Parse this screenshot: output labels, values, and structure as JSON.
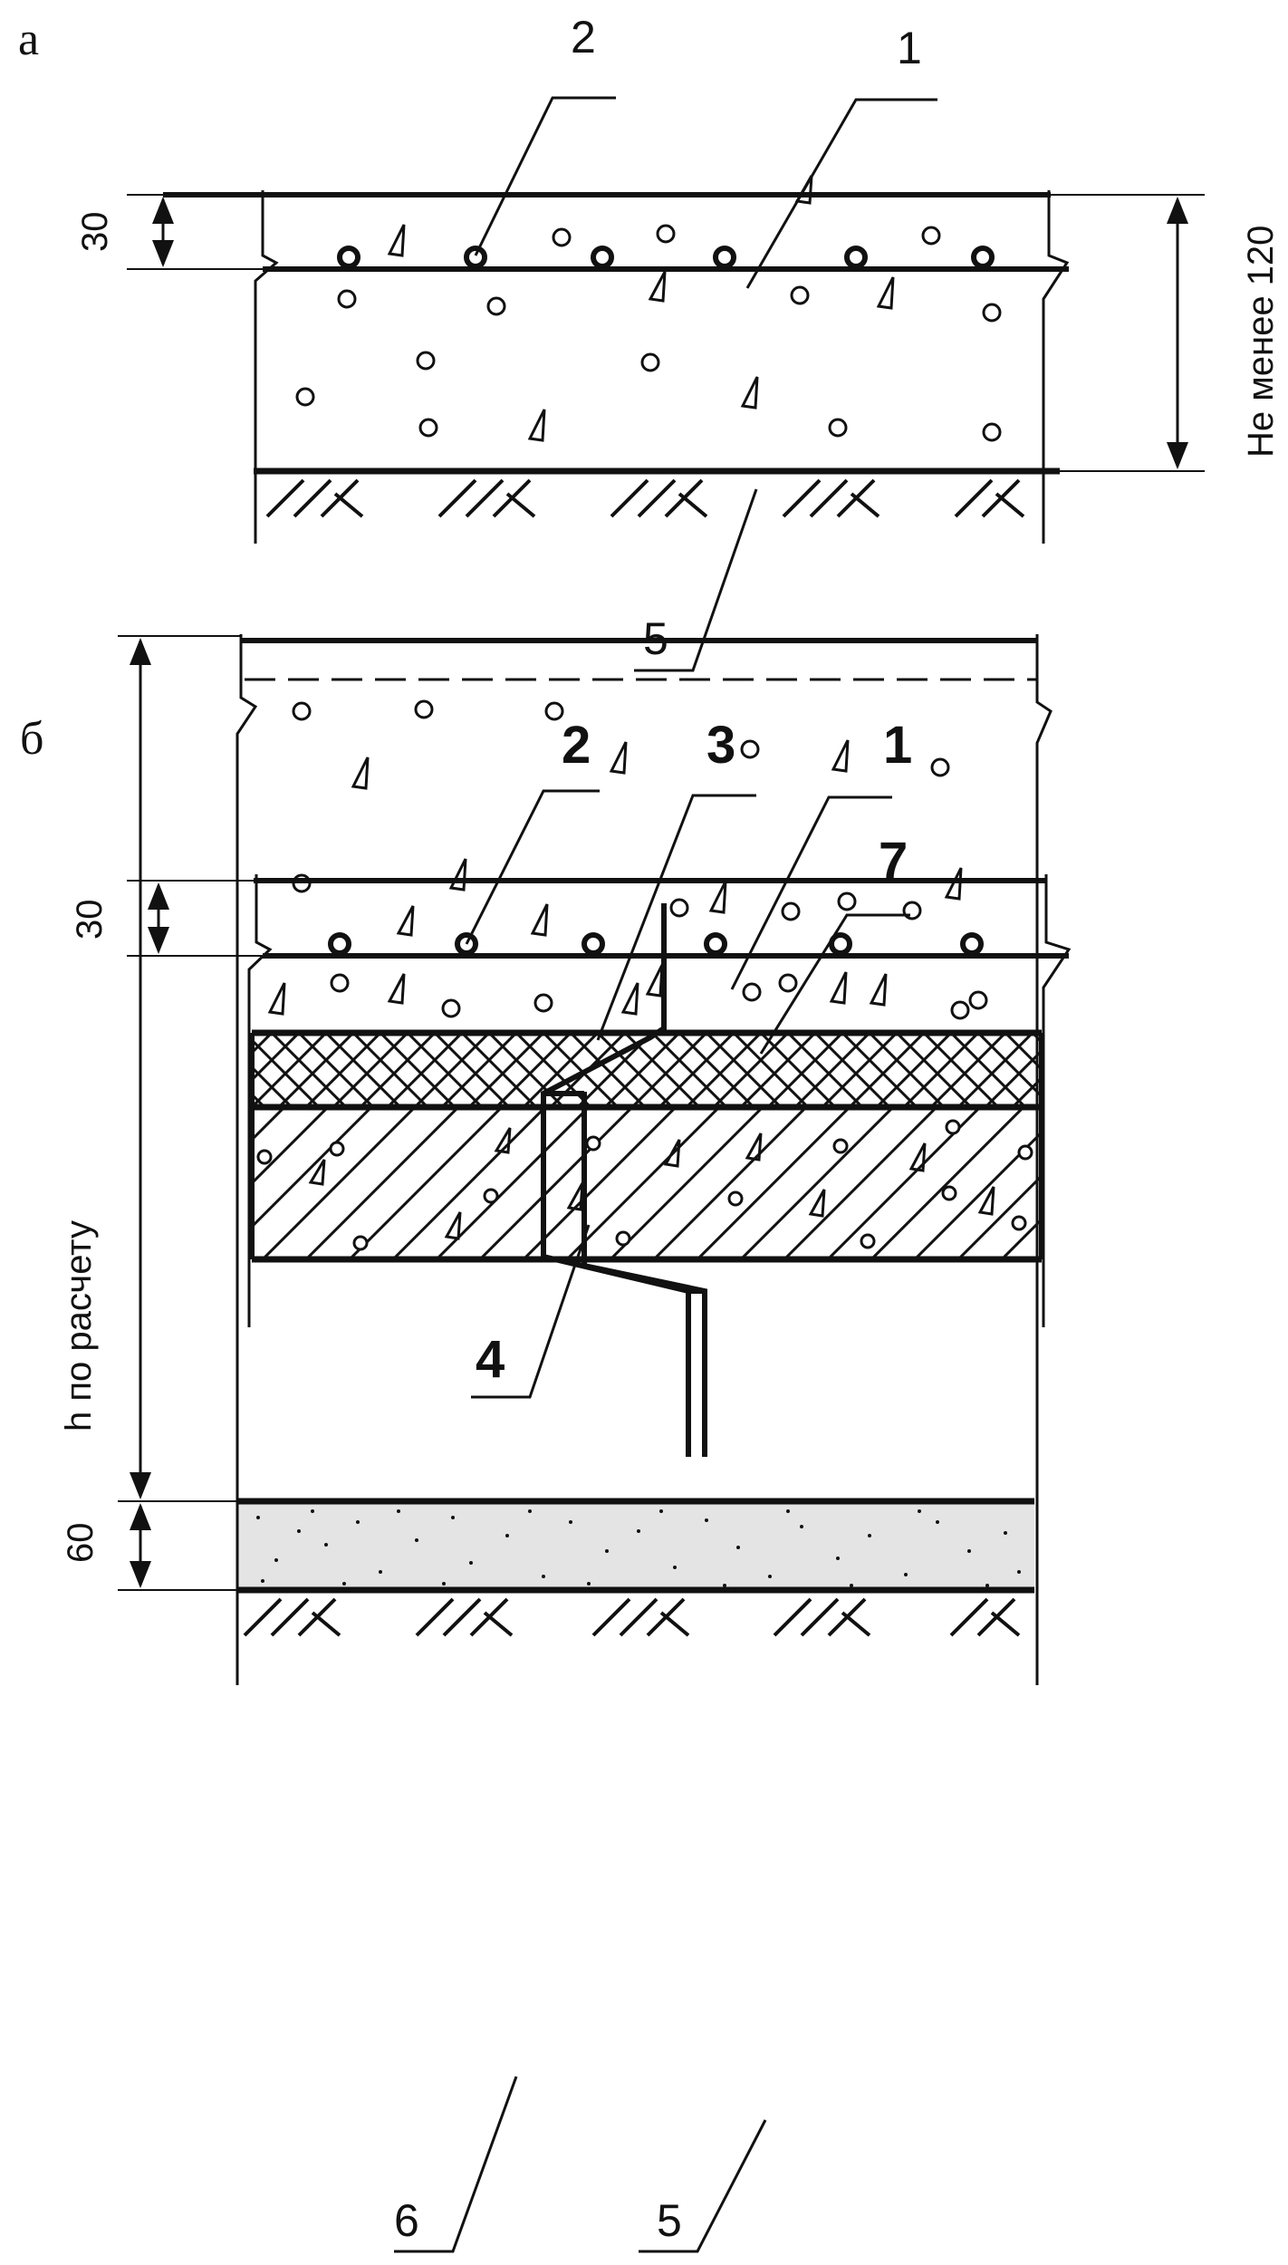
{
  "panel_a": {
    "letter": "а",
    "dim_top": "30",
    "dim_total": "Не менее 120",
    "callouts": {
      "c2": "2",
      "c1": "1",
      "c5": "5"
    }
  },
  "panel_b": {
    "letter": "б",
    "dim_top": "30",
    "callouts": {
      "c2": "2",
      "c3": "3",
      "c1": "1",
      "c4": "4"
    }
  },
  "panel_c": {
    "dim_h": "h по расчету",
    "dim_base": "60",
    "callouts": {
      "c7": "7",
      "c6": "6",
      "c5": "5"
    }
  },
  "colors": {
    "ink": "#111111",
    "paper": "#ffffff"
  }
}
